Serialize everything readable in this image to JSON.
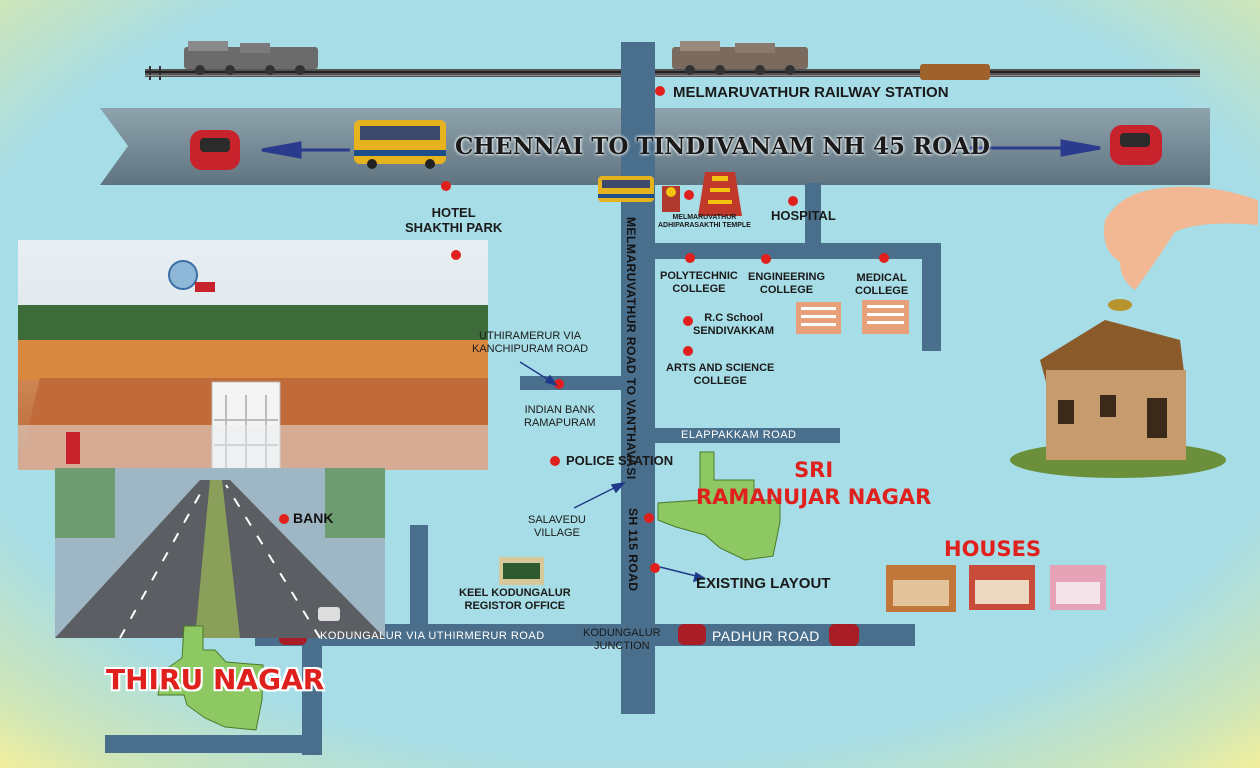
{
  "colors": {
    "background_glow": "#f6f09a",
    "map_background": "#a7dde6",
    "road": "#4a6f8c",
    "marker": "#e0201c",
    "plot_green": "#8dc863",
    "heading_red": "#e0201c"
  },
  "highway": {
    "title": "CHENNAI TO TINDIVANAM NH 45 ROAD"
  },
  "railway": {
    "station": "MELMARUVATHUR RAILWAY STATION"
  },
  "roads": {
    "vertical_main": "MELMARUVATHUR ROAD TO VANTHAVASI",
    "sh115": "SH 115 ROAD",
    "elappakkam": "ELAPPAKKAM ROAD",
    "kodungalur": "KODUNGALUR VIA UTHIRMERUR ROAD",
    "padhur": "PADHUR ROAD",
    "uthiramerur": "UTHIRAMERUR VIA\nKANCHIPURAM ROAD"
  },
  "landmarks": {
    "hotel": "HOTEL\nSHAKTHI PARK",
    "temple": "MELMARUVATHUR\nADHIPARASAKTHI TEMPLE",
    "hospital": "HOSPITAL",
    "polytechnic": "POLYTECHNIC\nCOLLEGE",
    "engineering": "ENGINEERING\nCOLLEGE",
    "medical": "MEDICAL\nCOLLEGE",
    "rc_school": "R.C School\nSENDIVAKKAM",
    "arts_science": "ARTS AND SCIENCE\nCOLLEGE",
    "indian_bank": "INDIAN BANK\nRAMAPURAM",
    "police": "POLICE STATION",
    "salavedu": "SALAVEDU\nVILLAGE",
    "bank": "BANK",
    "registor": "KEEL KODUNGALUR\nREGISTOR OFFICE",
    "junction": "KODUNGALUR\nJUNCTION",
    "existing_layout": "EXISTING LAYOUT"
  },
  "projects": {
    "sri_ramanujar": "SRI\nRAMANUJAR NAGAR",
    "thiru_nagar": "THIRU NAGAR",
    "houses": "HOUSES"
  },
  "icons": [
    "train-icon",
    "bus-icon",
    "car-icon",
    "temple-icon",
    "college-building-icon",
    "house-icon",
    "hand-coin-icon",
    "marker-icon"
  ]
}
